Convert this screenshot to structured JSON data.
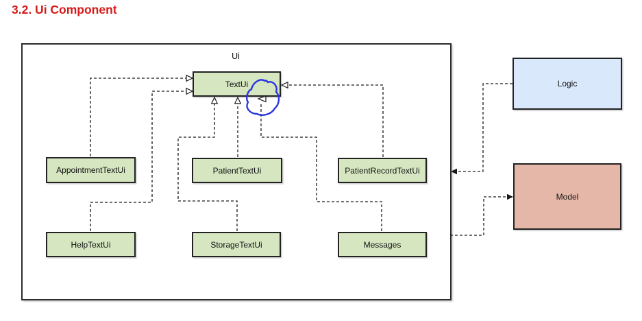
{
  "page": {
    "heading": "3.2. Ui Component"
  },
  "diagram": {
    "container": {
      "label": "Ui"
    },
    "nodes": {
      "textui": {
        "label": "TextUi"
      },
      "appointment": {
        "label": "AppointmentTextUi"
      },
      "patient": {
        "label": "PatientTextUi"
      },
      "patientrecord": {
        "label": "PatientRecordTextUi"
      },
      "help": {
        "label": "HelpTextUi"
      },
      "storage": {
        "label": "StorageTextUi"
      },
      "messages": {
        "label": "Messages"
      },
      "logic": {
        "label": "Logic"
      },
      "model": {
        "label": "Model"
      }
    },
    "connections": [
      {
        "from": "AppointmentTextUi",
        "to": "TextUi",
        "style": "dashed",
        "arrow": "hollow-triangle"
      },
      {
        "from": "HelpTextUi",
        "to": "TextUi",
        "style": "dashed",
        "arrow": "hollow-triangle"
      },
      {
        "from": "StorageTextUi",
        "to": "TextUi",
        "style": "dashed",
        "arrow": "hollow-triangle"
      },
      {
        "from": "PatientTextUi",
        "to": "TextUi",
        "style": "dashed",
        "arrow": "hollow-triangle"
      },
      {
        "from": "Messages",
        "to": "TextUi",
        "style": "dashed",
        "arrow": "hollow-triangle",
        "annotated": true
      },
      {
        "from": "PatientRecordTextUi",
        "to": "TextUi",
        "style": "dashed",
        "arrow": "hollow-triangle"
      },
      {
        "from": "Logic",
        "to": "Ui",
        "style": "dashed",
        "arrow": "filled-arrow"
      },
      {
        "from": "Ui",
        "to": "Model",
        "style": "dashed",
        "arrow": "filled-arrow"
      }
    ],
    "annotation": {
      "shape": "hand-drawn-circle",
      "color": "#2a35e0",
      "target": "arrowhead of Messages dependency into TextUi"
    },
    "colors": {
      "heading": "#d61a1a",
      "node_green": "#d5e6c0",
      "node_blue": "#dae8fc",
      "node_salmon": "#e4b7a8",
      "line": "#1a1a1a",
      "annotation_blue": "#2a35e0"
    }
  }
}
